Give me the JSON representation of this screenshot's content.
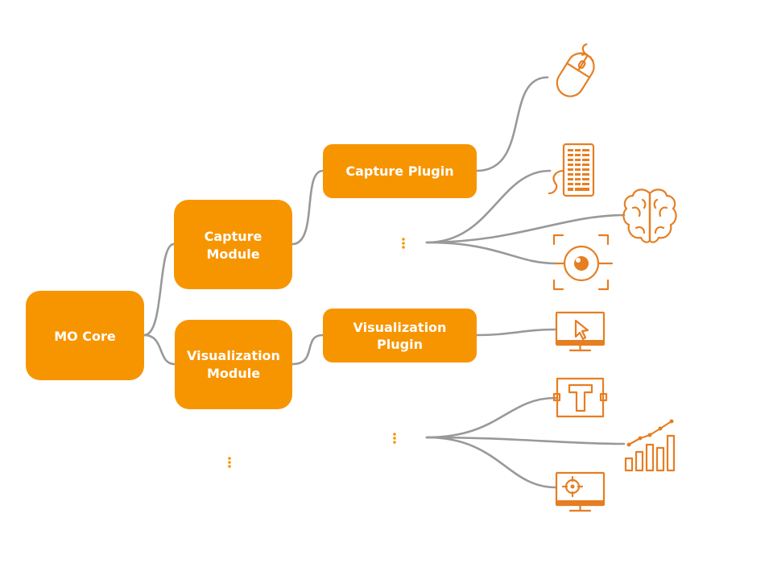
{
  "nodes": {
    "core": "MO Core",
    "capture_module": [
      "Capture",
      "Module"
    ],
    "visualization_module": [
      "Visualization",
      "Module"
    ],
    "capture_plugin": "Capture Plugin",
    "visualization_plugin": [
      "Visualization",
      "Plugin"
    ]
  },
  "icons": [
    "mouse-icon",
    "keyboard-icon",
    "brain-icon",
    "eye-tracking-icon",
    "monitor-cursor-icon",
    "text-tool-icon",
    "bar-line-chart-icon",
    "monitor-target-icon"
  ],
  "colors": {
    "box": "#f79500",
    "box_text": "#ffffff",
    "edge": "#999999",
    "icon": "#e67e22"
  }
}
